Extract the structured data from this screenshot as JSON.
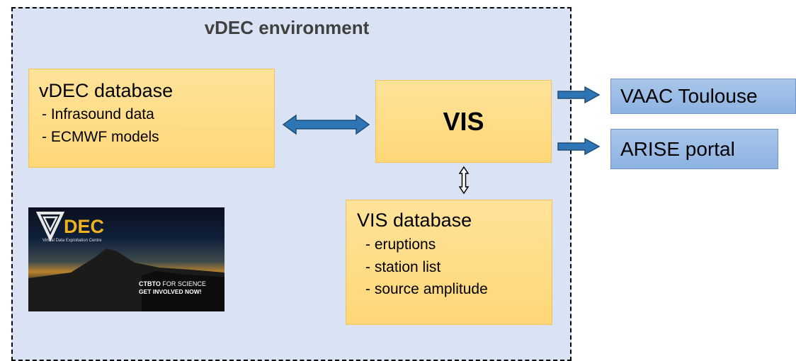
{
  "environment": {
    "title": "vDEC environment"
  },
  "vdec_database": {
    "title": "vDEC database",
    "items": [
      " - Infrasound data",
      " - ECMWF models"
    ]
  },
  "vis": {
    "label": "VIS"
  },
  "vis_database": {
    "title": "VIS database",
    "items": [
      " - eruptions",
      " - station list",
      " - source amplitude"
    ]
  },
  "outputs": {
    "vaac": "VAAC Toulouse",
    "arise": "ARISE portal"
  },
  "thumbnail": {
    "logo_text": "DEC",
    "logo_subtext": "Virtual Data Exploitation Centre",
    "caption_line1_bold": "CTBTO",
    "caption_line1_rest": " FOR SCIENCE",
    "caption_line2": "GET INVOLVED NOW!"
  },
  "colors": {
    "environment_fill": "#dae3f3",
    "yellow_box": "#ffd777",
    "blue_box": "#8db3e2",
    "arrow": "#2e75b6"
  }
}
